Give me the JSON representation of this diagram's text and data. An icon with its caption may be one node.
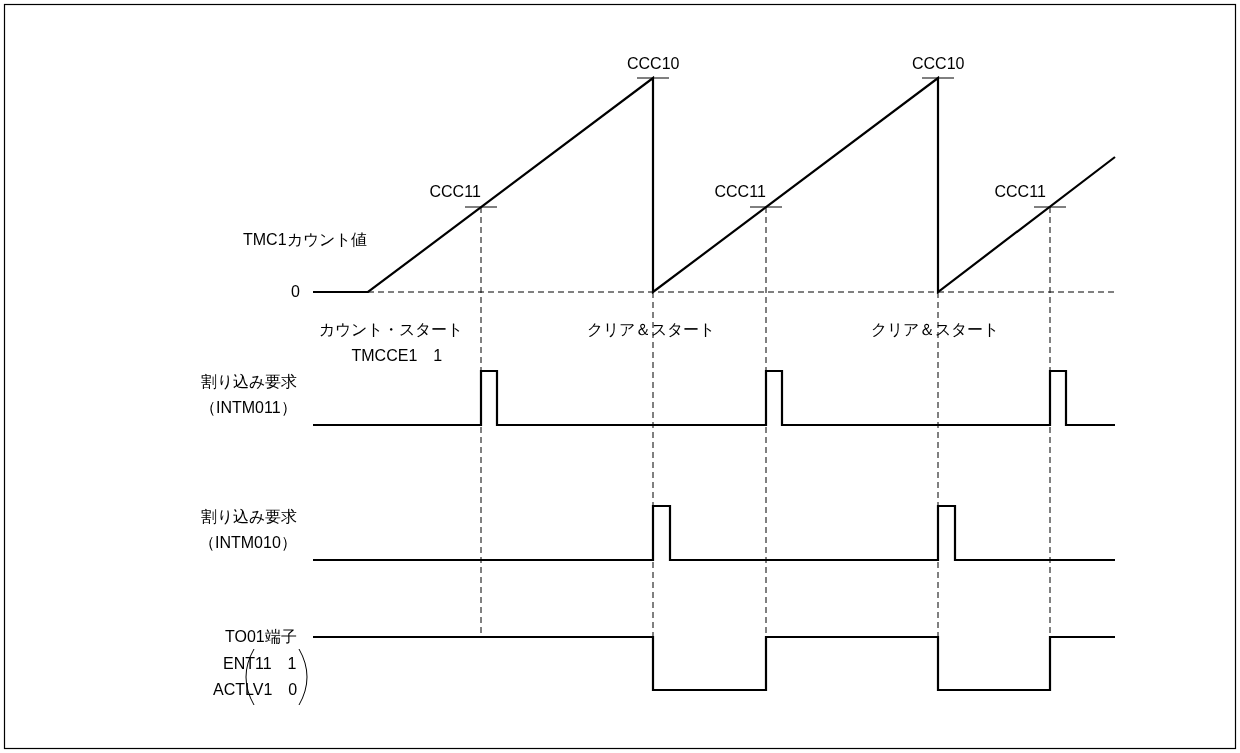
{
  "diagram": {
    "labels": [
      "CCC10",
      "CCC10",
      "CCC11",
      "CCC11",
      "CCC11",
      "TMC1カウント値",
      "0",
      "カウント・スタート",
      "クリア＆スタート",
      "クリア＆スタート",
      "TMCCE1　1",
      "割り込み要求",
      "（INTM011）",
      "割り込み要求",
      "（INTM010）",
      "TO01端子",
      "ENT11　1",
      "ACTLV1　0"
    ]
  }
}
